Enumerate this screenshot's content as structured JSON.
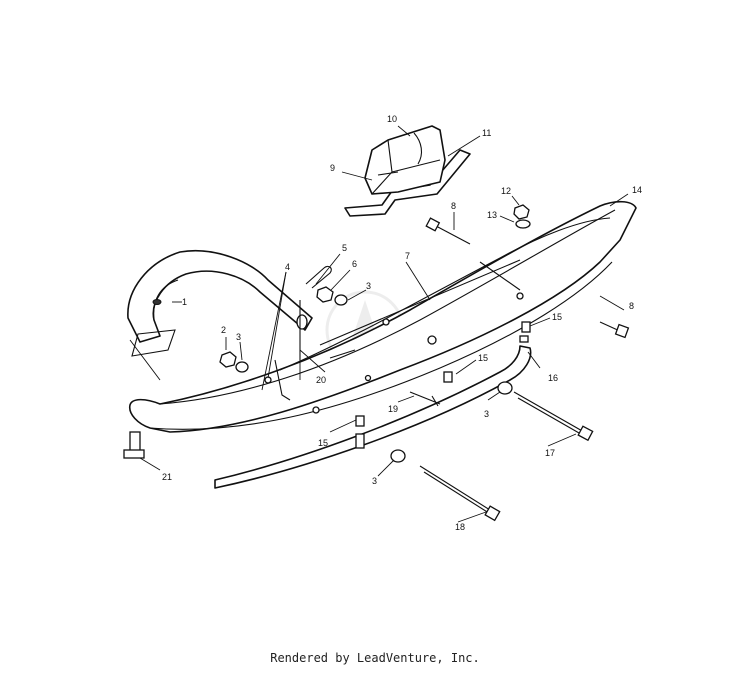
{
  "callouts": [
    "1",
    "2",
    "3",
    "3",
    "3",
    "3",
    "4",
    "5",
    "6",
    "7",
    "8",
    "8",
    "9",
    "10",
    "11",
    "12",
    "13",
    "14",
    "15",
    "15",
    "15",
    "16",
    "17",
    "18",
    "19",
    "20",
    "21"
  ],
  "footer": {
    "credit": "Rendered by LeadVenture, Inc."
  }
}
